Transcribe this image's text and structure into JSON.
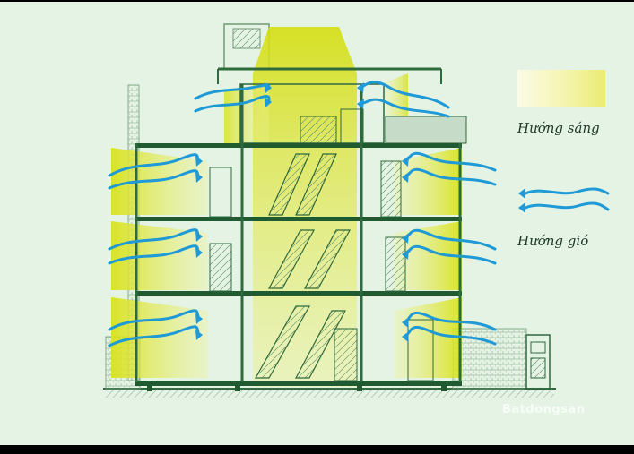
{
  "legend": {
    "light_label": "Hướng sáng",
    "wind_label": "Hướng gió",
    "light_swatch_icon": "light-gradient-swatch",
    "wind_icon": "wind-waves-icon"
  },
  "watermark": {
    "text": "Batdongsan"
  },
  "colors": {
    "background": "#e4f3e4",
    "structure": "#2f6a3c",
    "slab": "#1f5a30",
    "light_beam": "#d8e21a",
    "wind_arrow": "#1f9ad6",
    "frame": "#000000"
  }
}
